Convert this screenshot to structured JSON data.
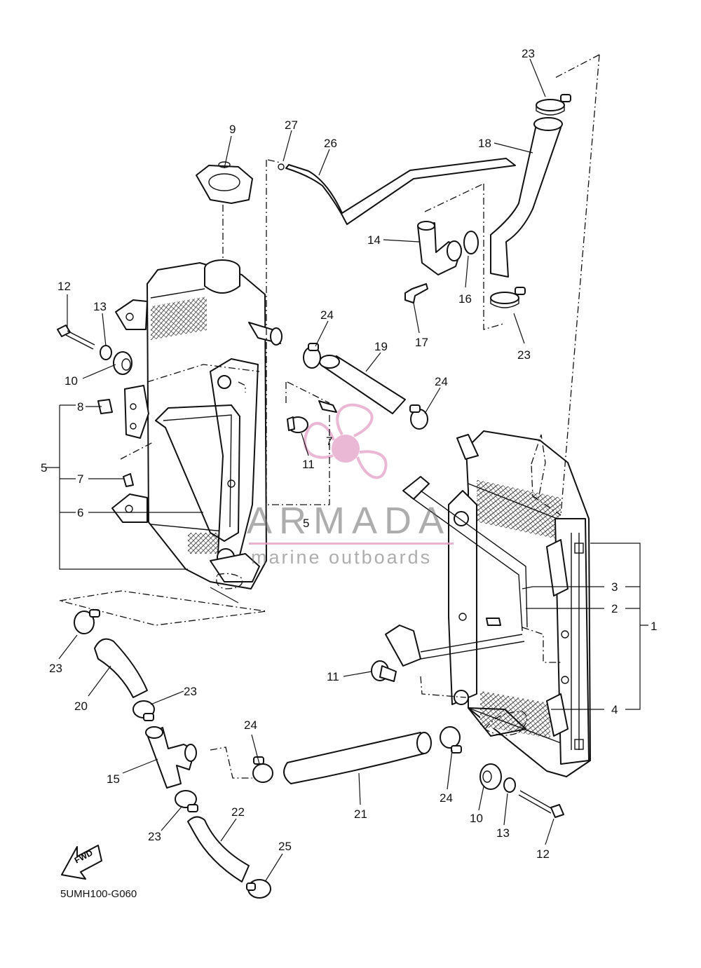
{
  "diagram": {
    "code": "5UMH100-G060",
    "fwd_label": "FWD",
    "watermark": {
      "brand": "ARMADA",
      "tagline": "marine outboards",
      "color": "#e3a0c6"
    },
    "callouts": [
      {
        "id": "c1",
        "text": "1"
      },
      {
        "id": "c2",
        "text": "2"
      },
      {
        "id": "c3",
        "text": "3"
      },
      {
        "id": "c4",
        "text": "4"
      },
      {
        "id": "c5a",
        "text": "5"
      },
      {
        "id": "c5b",
        "text": "5"
      },
      {
        "id": "c6",
        "text": "6"
      },
      {
        "id": "c7a",
        "text": "7"
      },
      {
        "id": "c7b",
        "text": "7"
      },
      {
        "id": "c8",
        "text": "8"
      },
      {
        "id": "c9",
        "text": "9"
      },
      {
        "id": "c10a",
        "text": "10"
      },
      {
        "id": "c10b",
        "text": "10"
      },
      {
        "id": "c11a",
        "text": "11"
      },
      {
        "id": "c11b",
        "text": "11"
      },
      {
        "id": "c12a",
        "text": "12"
      },
      {
        "id": "c12b",
        "text": "12"
      },
      {
        "id": "c13a",
        "text": "13"
      },
      {
        "id": "c13b",
        "text": "13"
      },
      {
        "id": "c14",
        "text": "14"
      },
      {
        "id": "c15",
        "text": "15"
      },
      {
        "id": "c16",
        "text": "16"
      },
      {
        "id": "c17",
        "text": "17"
      },
      {
        "id": "c18",
        "text": "18"
      },
      {
        "id": "c19",
        "text": "19"
      },
      {
        "id": "c20",
        "text": "20"
      },
      {
        "id": "c21",
        "text": "21"
      },
      {
        "id": "c22",
        "text": "22"
      },
      {
        "id": "c23a",
        "text": "23"
      },
      {
        "id": "c23b",
        "text": "23"
      },
      {
        "id": "c23c",
        "text": "23"
      },
      {
        "id": "c23d",
        "text": "23"
      },
      {
        "id": "c23e",
        "text": "23"
      },
      {
        "id": "c24a",
        "text": "24"
      },
      {
        "id": "c24b",
        "text": "24"
      },
      {
        "id": "c24c",
        "text": "24"
      },
      {
        "id": "c24d",
        "text": "24"
      },
      {
        "id": "c25",
        "text": "25"
      },
      {
        "id": "c26",
        "text": "26"
      },
      {
        "id": "c27",
        "text": "27"
      }
    ]
  }
}
